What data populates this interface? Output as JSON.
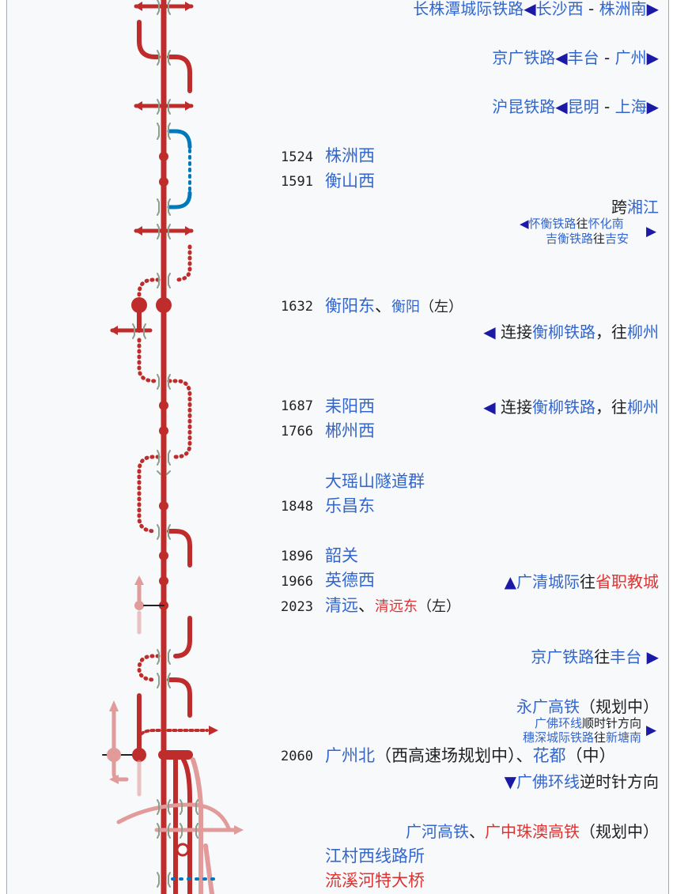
{
  "rows": {
    "r1": {
      "line": "长株潭城际铁路",
      "arrow_l": "◀",
      "from": "长沙西",
      "dash": " - ",
      "to": "株洲南",
      "arrow_r": "▶"
    },
    "r2": {
      "line": "京广铁路",
      "arrow_l": "◀",
      "from": "丰台",
      "dash": " - ",
      "to": "广州",
      "arrow_r": "▶"
    },
    "r3": {
      "line": "沪昆铁路",
      "arrow_l": "◀",
      "from": "昆明",
      "dash": " - ",
      "to": "上海",
      "arrow_r": "▶"
    }
  },
  "stations": [
    {
      "km": "1524",
      "name": "株洲西"
    },
    {
      "km": "1591",
      "name": "衡山西"
    },
    {
      "km": "1632",
      "name": "衡阳东",
      "sep": "、",
      "alt": "衡阳",
      "note": "（左）"
    },
    {
      "km": "1687",
      "name": "耒阳西"
    },
    {
      "km": "1766",
      "name": "郴州西"
    },
    {
      "km": "",
      "name": "大瑶山隧道群"
    },
    {
      "km": "1848",
      "name": "乐昌东"
    },
    {
      "km": "1896",
      "name": "韶关"
    },
    {
      "km": "1966",
      "name": "英德西"
    },
    {
      "km": "2023",
      "name": "清远",
      "sep": "、",
      "alt": "清远东",
      "note": "（左）"
    },
    {
      "km": "2060",
      "name": "广州北",
      "note1": "（西高速场规划中）",
      "sep": "、",
      "alt": "花都",
      "note2": "（中）"
    },
    {
      "km": "",
      "name": "江村西线路所"
    },
    {
      "km": "",
      "name": "流溪河特大桥"
    }
  ],
  "right": {
    "cross_prefix": "跨",
    "cross_river": "湘江",
    "huaiheng": "怀衡铁路",
    "huaiheng_to": "往",
    "huaiheng_dest": "怀化南",
    "jiheng": "吉衡铁路",
    "jiheng_to": "往",
    "jiheng_dest": "吉安",
    "connect1_arrow": "◀",
    "connect1_pre": "连接",
    "connect1_line": "衡柳铁路",
    "connect1_mid": "，往",
    "connect1_dest": "柳州",
    "connect2_arrow": "◀",
    "connect2_pre": "连接",
    "connect2_line": "衡柳铁路",
    "connect2_mid": "，往",
    "connect2_dest": "柳州",
    "gq_arrow": "▲",
    "gq_line": "广清城际",
    "gq_to": "往",
    "gq_dest": "省职教城",
    "jg_line": "京广铁路",
    "jg_to": "往",
    "jg_dest": "丰台",
    "jg_arrow": "▶",
    "yg_line": "永广高铁",
    "yg_note": "（规划中）",
    "gf_line": "广佛环线",
    "gf_dir": "顺时针方向",
    "sh_line": "穗深城际铁路",
    "sh_to": "往",
    "sh_dest": "新塘南",
    "gf_arrow": "▶",
    "gf2_arrow": "▼",
    "gf2_line": "广佛环线",
    "gf2_dir": "逆时针方向",
    "gh_line": "广河高铁",
    "gh_sep": "、",
    "gzzz_line": "广中珠澳高铁",
    "gzzz_note": "（规划中）"
  },
  "colors": {
    "main": "#be2d2c",
    "faded": "#e19b9b",
    "blue": "#0078be",
    "bridge": "#8aa08a",
    "link": "#3366cc",
    "redlink": "#dd3333"
  }
}
